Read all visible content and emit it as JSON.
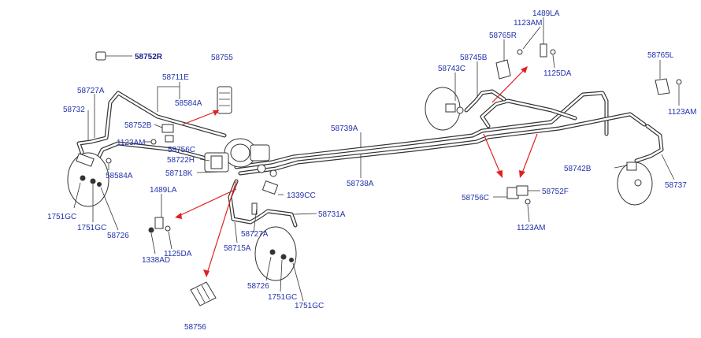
{
  "labels": {
    "p58752R": "58752R",
    "p58755": "58755",
    "p58711E": "58711E",
    "p58584A_top": "58584A",
    "p58727A_left": "58727A",
    "p58732": "58732",
    "p58752B": "58752B",
    "p1123AM_left": "1123AM",
    "p58756C_left": "58756C",
    "p58722H": "58722H",
    "p58718K": "58718K",
    "p58584A_left": "58584A",
    "p1751GC_a": "1751GC",
    "p1751GC_b": "1751GC",
    "p58726_left": "58726",
    "p1489LA_left": "1489LA",
    "p1125DA_left": "1125DA",
    "p1338AD": "1338AD",
    "p58756_bottom": "58756",
    "p58715A": "58715A",
    "p58727A_mid": "58727A",
    "p1339CC": "1339CC",
    "p58731A": "58731A",
    "p58726_mid": "58726",
    "p1751GC_c": "1751GC",
    "p1751GC_d": "1751GC",
    "p58739A": "58739A",
    "p58738A": "58738A",
    "p58743C": "58743C",
    "p58745B": "58745B",
    "p58765R": "58765R",
    "p1123AM_top": "1123AM",
    "p1489LA_top": "1489LA",
    "p1125DA_top": "1125DA",
    "p58765L": "58765L",
    "p1123AM_right": "1123AM",
    "p58742B": "58742B",
    "p58737": "58737",
    "p58756C_right": "58756C",
    "p58752F": "58752F",
    "p1123AM_bottom": "1123AM"
  },
  "colors": {
    "label": "#2233aa",
    "arrow": "#e02020",
    "line": "#333333"
  }
}
